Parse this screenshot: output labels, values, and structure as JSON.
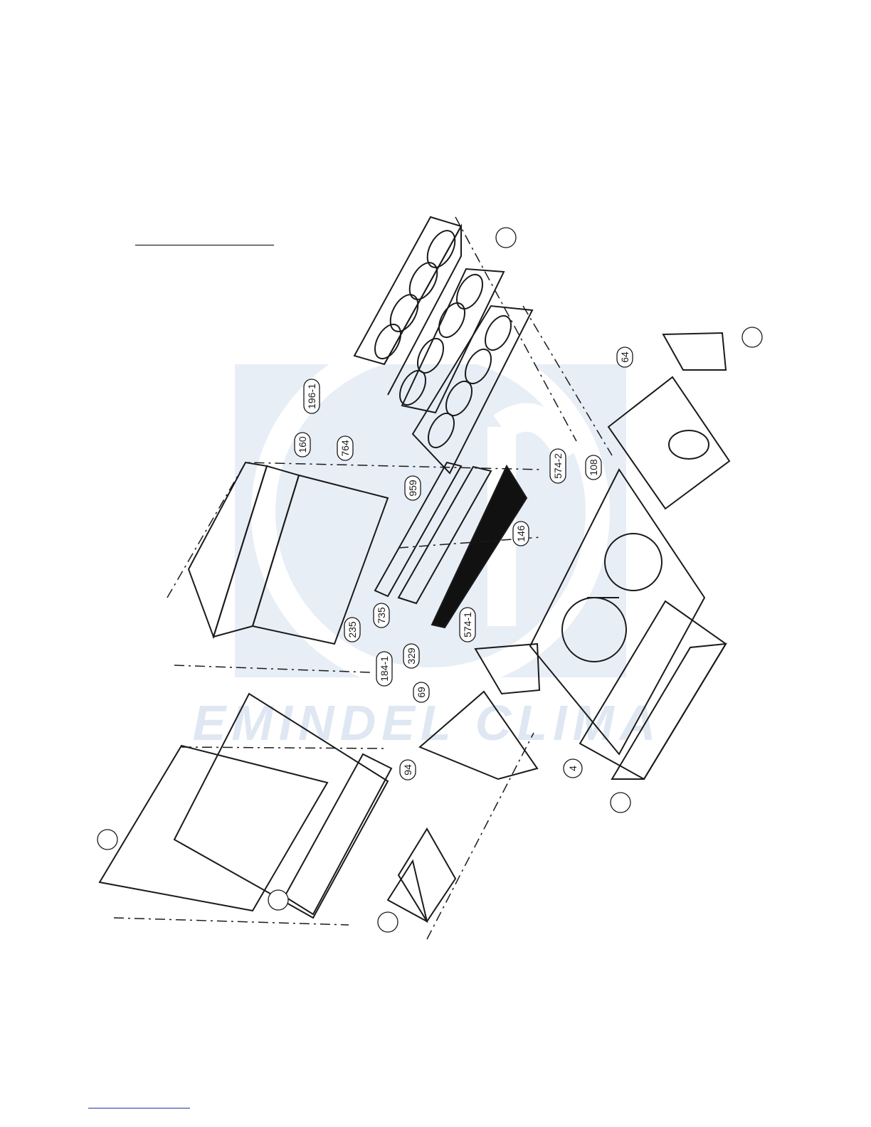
{
  "watermark": {
    "text": "EMINDEL CLIMA",
    "color": "#dfe7f2"
  },
  "callouts": [
    {
      "id": "c-196-1",
      "label": "196-1"
    },
    {
      "id": "c-160",
      "label": "160"
    },
    {
      "id": "c-764",
      "label": "764"
    },
    {
      "id": "c-959",
      "label": "959"
    },
    {
      "id": "c-146",
      "label": "146"
    },
    {
      "id": "c-735",
      "label": "735"
    },
    {
      "id": "c-235",
      "label": "235"
    },
    {
      "id": "c-574-1",
      "label": "574-1"
    },
    {
      "id": "c-574-2",
      "label": "574-2"
    },
    {
      "id": "c-329",
      "label": "329"
    },
    {
      "id": "c-184-1",
      "label": "184-1"
    },
    {
      "id": "c-69",
      "label": "69"
    },
    {
      "id": "c-94",
      "label": "94"
    },
    {
      "id": "c-108",
      "label": "108"
    },
    {
      "id": "c-64",
      "label": "64"
    },
    {
      "id": "c-4",
      "label": "4"
    },
    {
      "id": "c-blank-1",
      "label": ""
    },
    {
      "id": "c-blank-2",
      "label": ""
    },
    {
      "id": "c-blank-3",
      "label": ""
    },
    {
      "id": "c-blank-4",
      "label": ""
    },
    {
      "id": "c-blank-5",
      "label": ""
    },
    {
      "id": "c-blank-6",
      "label": ""
    }
  ],
  "colors": {
    "ink": "#1a1a1a",
    "link_rule": "#2233aa"
  }
}
